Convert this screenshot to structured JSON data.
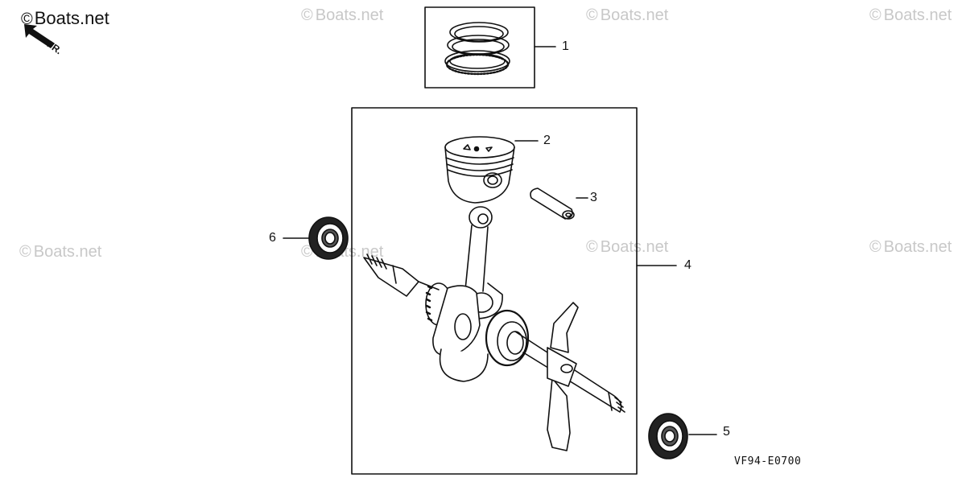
{
  "brand": {
    "copyright": "©",
    "name": "Boats.net"
  },
  "watermark": {
    "copyright": "©",
    "text": "Boats.net"
  },
  "front_marker": "FR.",
  "callouts": [
    "1",
    "2",
    "3",
    "4",
    "5",
    "6"
  ],
  "diagram_code": "VF94-E0700"
}
